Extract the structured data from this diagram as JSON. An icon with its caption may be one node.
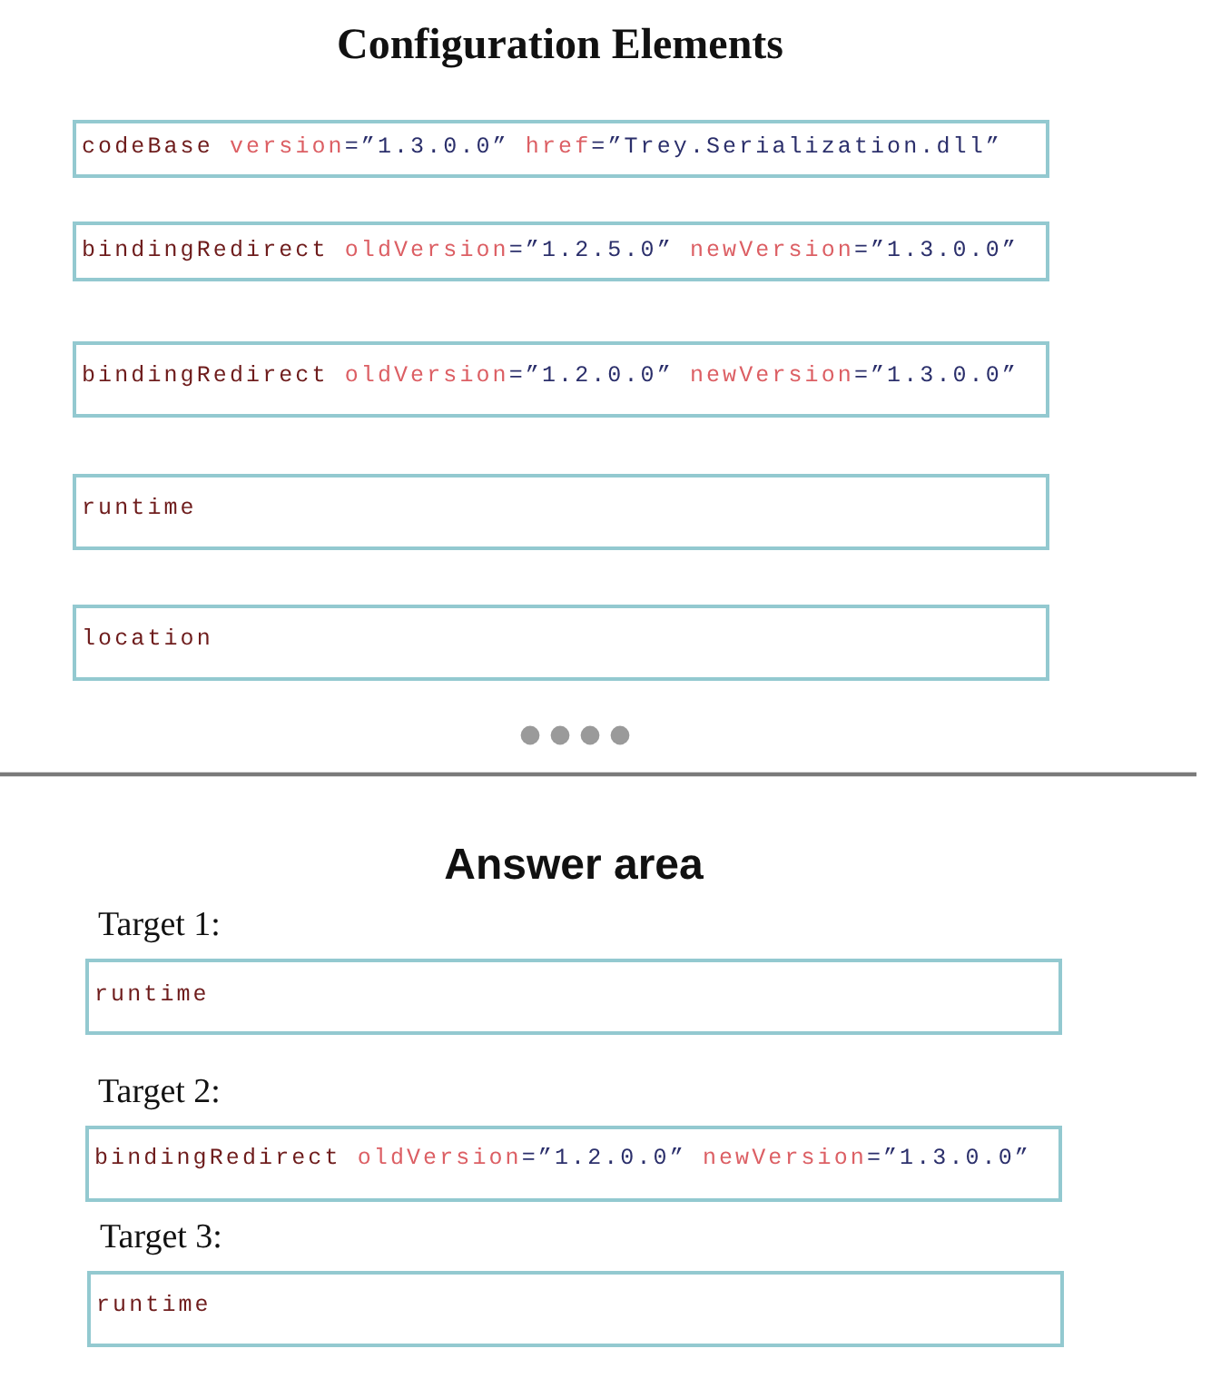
{
  "diagram": {
    "title": "Configuration Elements",
    "nodes": [
      {
        "text": [
          "codeBase version=”1.3.0.0” href=”Trey.Serialization.dll”"
        ]
      },
      {
        "text": [
          "bindingRedirect oldVersion=”1.2.5.0” newVersion=”1.3.0.0”"
        ]
      },
      {
        "text": [
          "bindingRedirect oldVersion=”1.2.0.0” newVersion=”1.3.0.0”"
        ]
      },
      {
        "text": [
          "runtime"
        ]
      },
      {
        "text": [
          "location"
        ]
      },
      {
        "text": [
          "Target 1:",
          "runtime"
        ]
      },
      {
        "text": [
          "Target 2:",
          "bindingRedirect oldVersion=”1.2.0.0” newVersion=”1.3.0.0”"
        ]
      },
      {
        "text": [
          "Target 3:",
          "runtime"
        ]
      }
    ],
    "labels": [
      "Answer area"
    ]
  }
}
